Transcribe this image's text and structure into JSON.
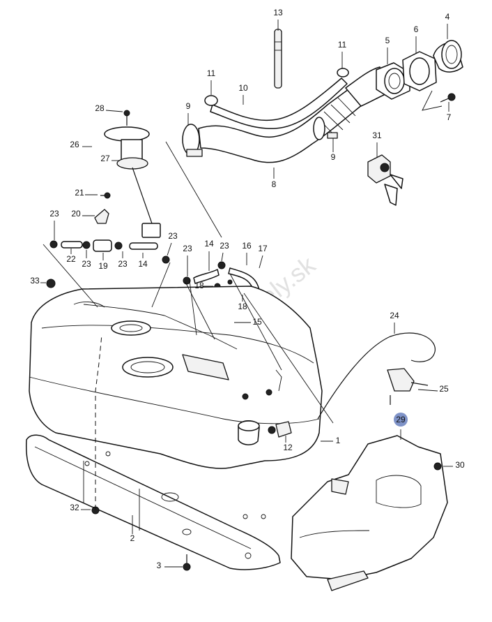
{
  "diagram": {
    "watermark": "www.suzuki-diely.sk",
    "highlight_color": "#7f93c8",
    "callouts": [
      "1",
      "2",
      "3",
      "4",
      "5",
      "6",
      "7",
      "8",
      "9",
      "9",
      "10",
      "11",
      "11",
      "12",
      "13",
      "14",
      "14",
      "15",
      "16",
      "17",
      "18",
      "18",
      "19",
      "20",
      "21",
      "22",
      "23",
      "23",
      "23",
      "23",
      "23",
      "23",
      "24",
      "25",
      "26",
      "27",
      "28",
      "29",
      "30",
      "31",
      "32",
      "33"
    ],
    "highlighted_callout": "29"
  }
}
